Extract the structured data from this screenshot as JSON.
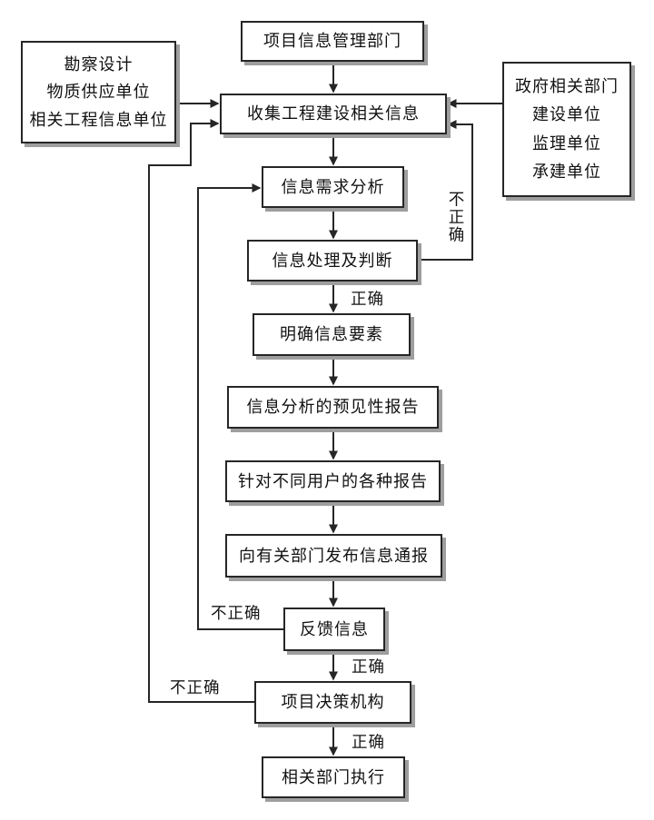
{
  "diagram": {
    "type": "flowchart",
    "language": "zh-CN",
    "colors": {
      "background": "#ffffff",
      "line": "#262626",
      "box_border": "#262626",
      "box_fill": "#ffffff",
      "box_shadow": "#9e9e9e",
      "text": "#111111"
    },
    "nodes": {
      "project_info_dept": "项目信息管理部门",
      "left_sources": {
        "lines": [
          "勘察设计",
          "物质供应单位",
          "相关工程信息单位"
        ]
      },
      "right_sources": {
        "lines": [
          "政府相关部门",
          "建设单位",
          "监理单位",
          "承建单位"
        ]
      },
      "collect_info": "收集工程建设相关信息",
      "demand_analysis": "信息需求分析",
      "process_judge": "信息处理及判断",
      "clarify_elements": "明确信息要素",
      "predictive_report": "信息分析的预见性报告",
      "user_reports": "针对不同用户的各种报告",
      "publish_bulletin": "向有关部门发布信息通报",
      "feedback_info": "反馈信息",
      "decision_body": "项目决策机构",
      "departments_execute": "相关部门执行"
    },
    "edge_labels": {
      "correct_after_judge": "正确",
      "correct_after_feedback": "正确",
      "correct_after_decision": "正确",
      "incorrect_judge_loop": "不正确",
      "incorrect_feedback_loop": "不正确",
      "incorrect_decision_loop": "不正确"
    }
  }
}
